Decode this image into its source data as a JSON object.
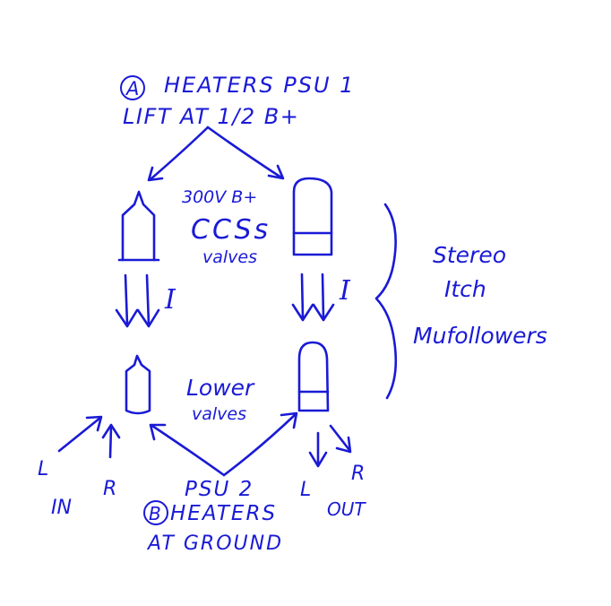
{
  "diagram": {
    "ink_color": "#1a1ad6",
    "background": "#ffffff",
    "top_note": {
      "marker": "A",
      "line1": "HEATERS PSU 1",
      "line2": "LIFT AT 1/2 B+"
    },
    "ccs_note": {
      "line1": "300V B+",
      "line2": "CCSs",
      "line3": "valves"
    },
    "current_label_left": "I",
    "current_label_right": "I",
    "lower_note": {
      "line1": "Lower",
      "line2": "valves"
    },
    "bottom_note": {
      "line1": "PSU 2",
      "marker": "B",
      "line2": "HEATERS",
      "line3": "AT GROUND"
    },
    "input": {
      "left": "L",
      "right": "R",
      "label": "IN"
    },
    "output": {
      "left": "L",
      "right": "R",
      "label": "OUT"
    },
    "side_note": {
      "line1": "Stereo",
      "line2": "Itch",
      "line3": "Mufollowers"
    }
  }
}
